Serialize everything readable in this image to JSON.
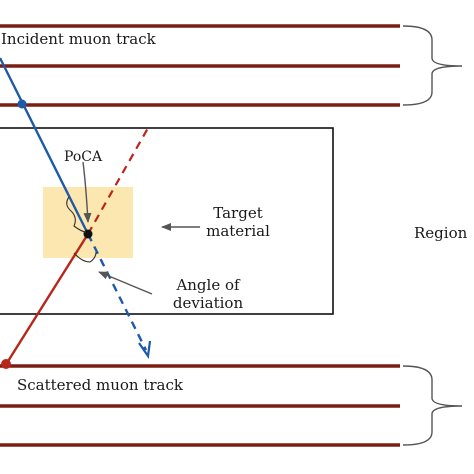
{
  "labels": {
    "incident": "Incident muon track",
    "scattered": "Scattered muon track",
    "poca": "PoCA",
    "target_line1": "Target",
    "target_line2": "material",
    "angle_line1": "Angle of",
    "angle_line2": "deviation",
    "region": "Region"
  },
  "colors": {
    "detector_plane": "#7a1f14",
    "incident_track": "#1f5aa8",
    "scattered_track": "#b8261b",
    "target_fill": "#fde7b0",
    "frame": "#111111",
    "arrow": "#555555",
    "brace": "#555555"
  }
}
